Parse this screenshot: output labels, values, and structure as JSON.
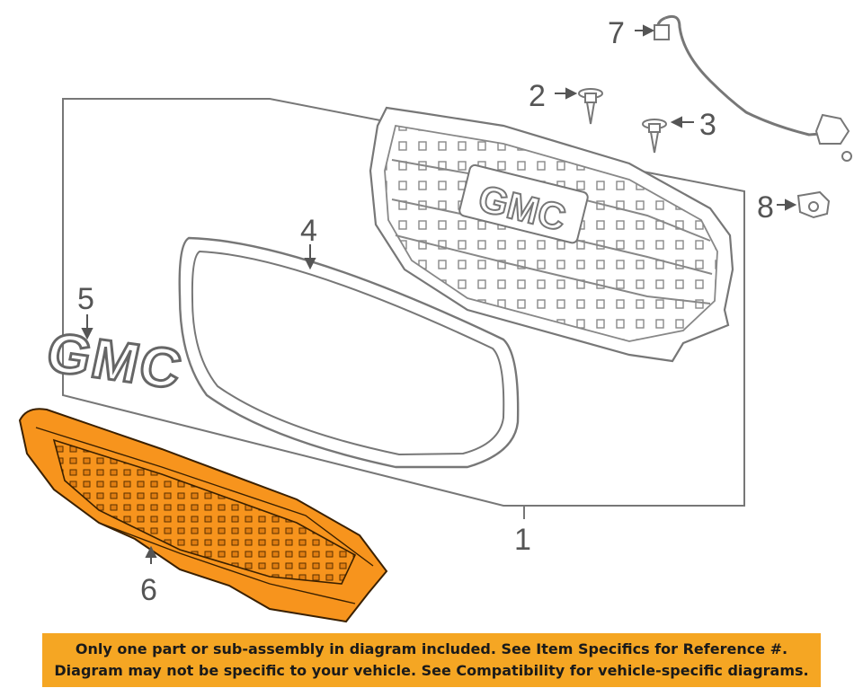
{
  "callouts": {
    "c1": "1",
    "c2": "2",
    "c3": "3",
    "c4": "4",
    "c5": "5",
    "c6": "6",
    "c7": "7",
    "c8": "8"
  },
  "emblem": {
    "text": "GMC"
  },
  "grille_badge": {
    "text": "GMC"
  },
  "banner": {
    "line1": "Only one part or sub-assembly in diagram included. See Item Specifics for Reference #.",
    "line2": "Diagram may not be specific to your vehicle. See Compatibility for vehicle-specific diagrams."
  },
  "colors": {
    "highlight_part": "#f7941d",
    "banner_background": "#f5a623",
    "line_art": "#777777"
  }
}
